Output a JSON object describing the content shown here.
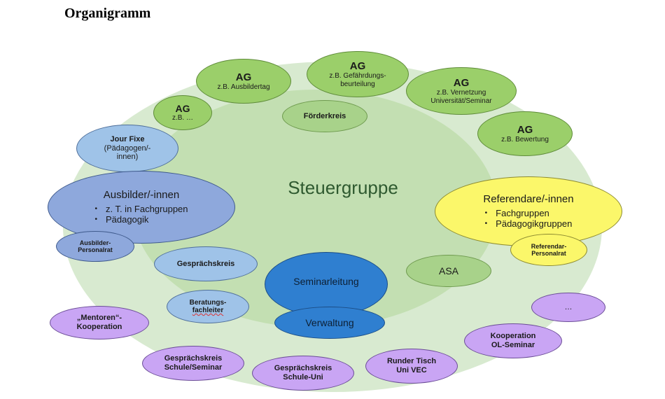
{
  "title": "Organigramm",
  "center": "Steuergruppe",
  "ag_label": "AG",
  "ag": {
    "ausbildertag": "z.B. Ausbildertag",
    "gefaehrdung_1": "z.B. Gefährdungs-",
    "gefaehrdung_2": "beurteilung",
    "vernetzung_1": "z.B. Vernetzung",
    "vernetzung_2": "Universität/Seminar",
    "bewertung": "z.B. Bewertung",
    "etc": "z.B. …"
  },
  "foerderkreis": "Förderkreis",
  "jour_fixe": {
    "title": "Jour Fixe",
    "line2": "(Pädagogen/-",
    "line3": "innen)"
  },
  "ausbilder": {
    "title": "Ausbilder/-innen",
    "items": [
      "z. T. in Fachgruppen",
      "Pädagogik"
    ]
  },
  "ausbilder_personalrat": {
    "line1": "Ausbilder-",
    "line2": "Personalrat"
  },
  "referendare": {
    "title": "Referendare/-innen",
    "items": [
      "Fachgruppen",
      "Pädagogikgruppen"
    ]
  },
  "referendar_personalrat": {
    "line1": "Referendar-",
    "line2": "Personalrat"
  },
  "gespraechskreis": "Gesprächskreis",
  "beratung": {
    "line1": "Beratungs-",
    "line2": "fachleiter"
  },
  "seminarleitung": "Seminarleitung",
  "verwaltung": "Verwaltung",
  "asa": "ASA",
  "mentoren": {
    "line1": "„Mentoren“-",
    "line2": "Kooperation"
  },
  "gk_schule_seminar": {
    "line1": "Gesprächskreis",
    "line2": "Schule/Seminar"
  },
  "gk_schule_uni": {
    "line1": "Gesprächskreis",
    "line2": "Schule-Uni"
  },
  "runder_tisch": {
    "line1": "Runder Tisch",
    "line2": "Uni VEC"
  },
  "kooperation_ol": {
    "line1": "Kooperation",
    "line2": "OL-Seminar"
  },
  "more": "…",
  "colors": {
    "outer": "#d8ead0",
    "inner": "#c3dfb2",
    "ag_green": "#9bcf6a",
    "blue": "#9fc3e8",
    "dark_blue": "#2f7fd0",
    "yellow": "#fbf76a",
    "purple": "#c9a5f4"
  }
}
